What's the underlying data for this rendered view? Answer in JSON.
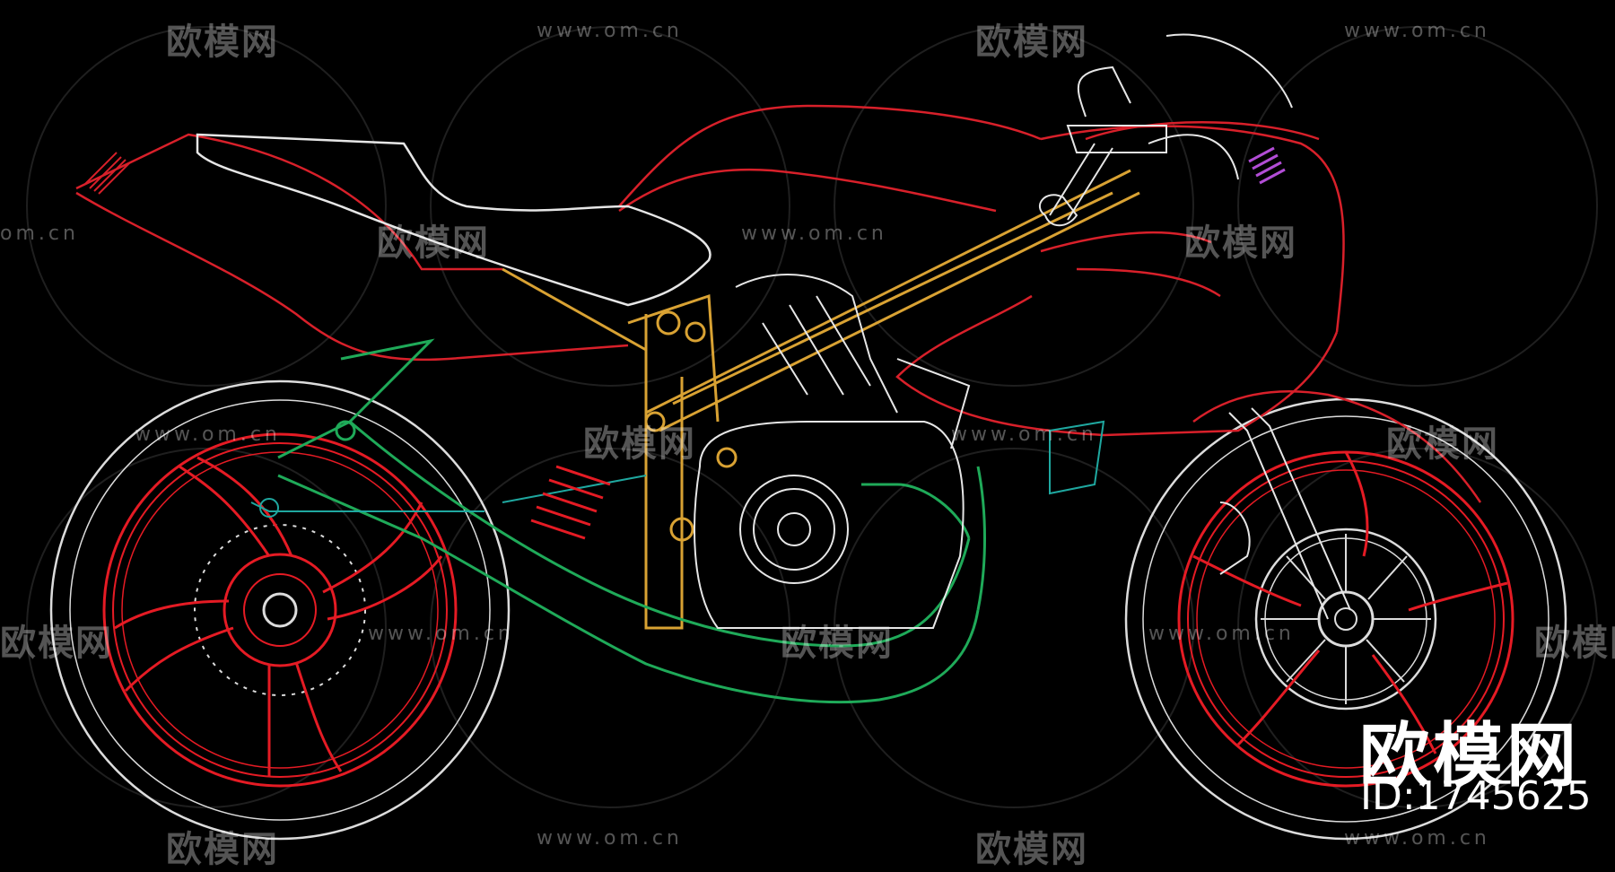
{
  "watermark": {
    "brand": "欧模网",
    "url": "www.om.cn",
    "url_partial": "om.cn"
  },
  "brand_mark": {
    "name": "欧模网",
    "id": "ID:1745625"
  },
  "colors": {
    "background": "#000000",
    "bodywork": "#d8202a",
    "wheels": "#e51b24",
    "frame": "#d9a233",
    "swingarm": "#1faa59",
    "engine": "#e6e6e6",
    "chain": "#1fa8a0",
    "accent": "#b24dd6"
  }
}
